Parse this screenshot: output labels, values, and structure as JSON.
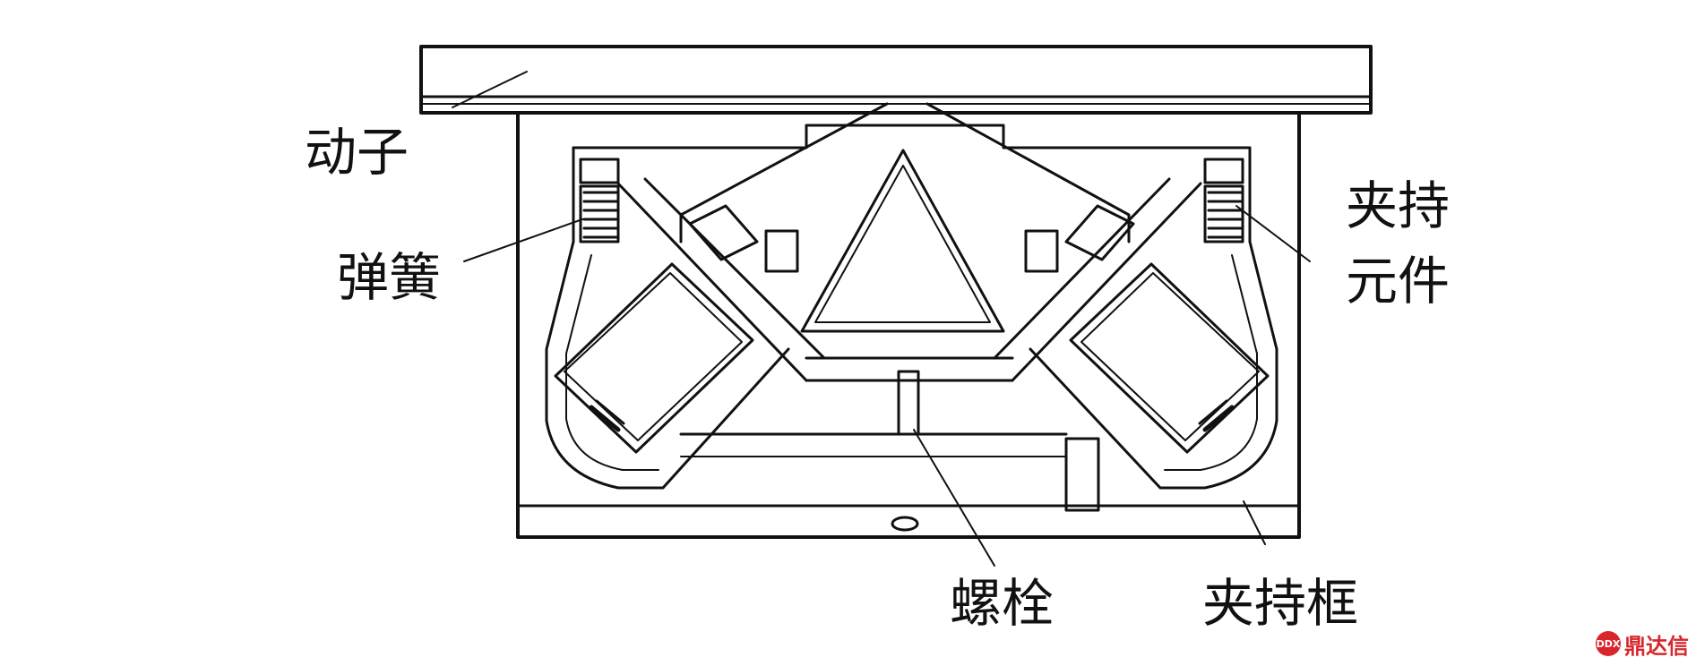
{
  "labels": {
    "mover": "动子",
    "spring": "弹簧",
    "clamp_element_line1": "夹持",
    "clamp_element_line2": "元件",
    "bolt": "螺栓",
    "clamp_frame": "夹持框"
  },
  "watermark": {
    "text": "鼎达信",
    "badge": "DDX"
  },
  "colors": {
    "line": "#111111",
    "background": "#ffffff",
    "watermark_red": "#d8262c"
  }
}
